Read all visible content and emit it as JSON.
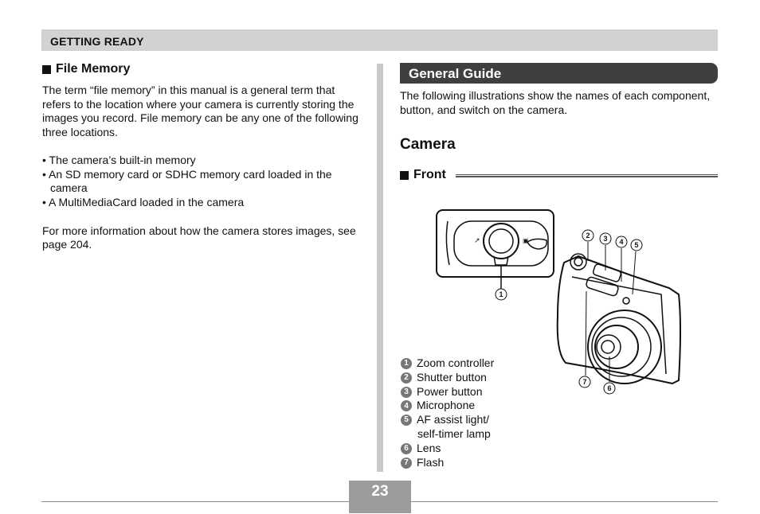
{
  "header": {
    "section": "GETTING READY"
  },
  "left": {
    "title": "File Memory",
    "para1": "The term “file memory” in this manual is a general term that refers to the location where your camera is currently storing the images you record. File memory can be any one of the following three locations.",
    "bullets": [
      "• The camera’s built-in memory",
      "• An SD memory card or SDHC memory card loaded in the camera",
      "• A MultiMediaCard loaded in the camera"
    ],
    "para2": "For more information about how the camera stores images, see page 204."
  },
  "right": {
    "guide_title": "General Guide",
    "intro": "The following illustrations show the names of each component, button, and switch on the camera.",
    "camera_title": "Camera",
    "front_title": "Front",
    "legend": [
      {
        "num": "1",
        "label": "Zoom controller"
      },
      {
        "num": "2",
        "label": "Shutter button"
      },
      {
        "num": "3",
        "label": "Power button"
      },
      {
        "num": "4",
        "label": "Microphone"
      },
      {
        "num": "5",
        "label": "AF assist light/",
        "cont": "self-timer lamp"
      },
      {
        "num": "6",
        "label": "Lens"
      },
      {
        "num": "7",
        "label": "Flash"
      }
    ]
  },
  "footer": {
    "page_number": "23"
  }
}
